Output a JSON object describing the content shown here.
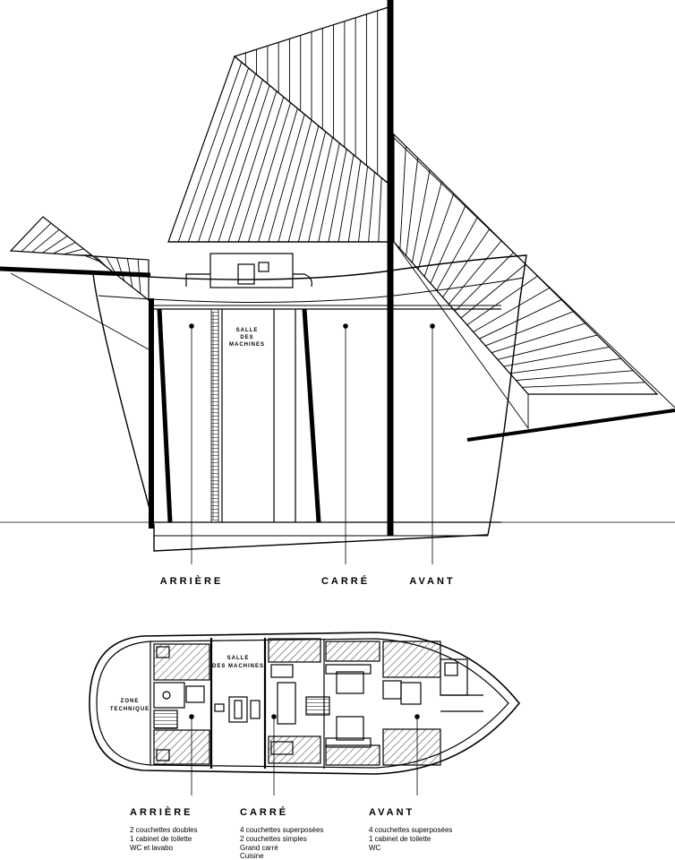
{
  "side_view": {
    "engine_room_label_line1": "SALLE",
    "engine_room_label_line2": "DES",
    "engine_room_label_line3": "MACHINES",
    "sections": [
      "ARRIÈRE",
      "CARRÉ",
      "AVANT"
    ]
  },
  "deck_plan": {
    "zone_label_line1": "ZONE",
    "zone_label_line2": "TECHNIQUE",
    "engine_room_line1": "SALLE",
    "engine_room_line2": "DES MACHINES",
    "sections": [
      {
        "name": "ARRIÈRE",
        "lines": [
          "2 couchettes doubles",
          "1 cabinet de toilette",
          "WC et lavabo"
        ]
      },
      {
        "name": "CARRÉ",
        "lines": [
          "4 couchettes superposées",
          "2 couchettes simples",
          "Grand carré",
          "Cuisine"
        ]
      },
      {
        "name": "AVANT",
        "lines": [
          "4 couchettes superposées",
          "1 cabinet de toilette",
          "WC"
        ]
      }
    ]
  },
  "colors": {
    "line": "#000000",
    "background": "#ffffff",
    "hatch": "#555555"
  }
}
